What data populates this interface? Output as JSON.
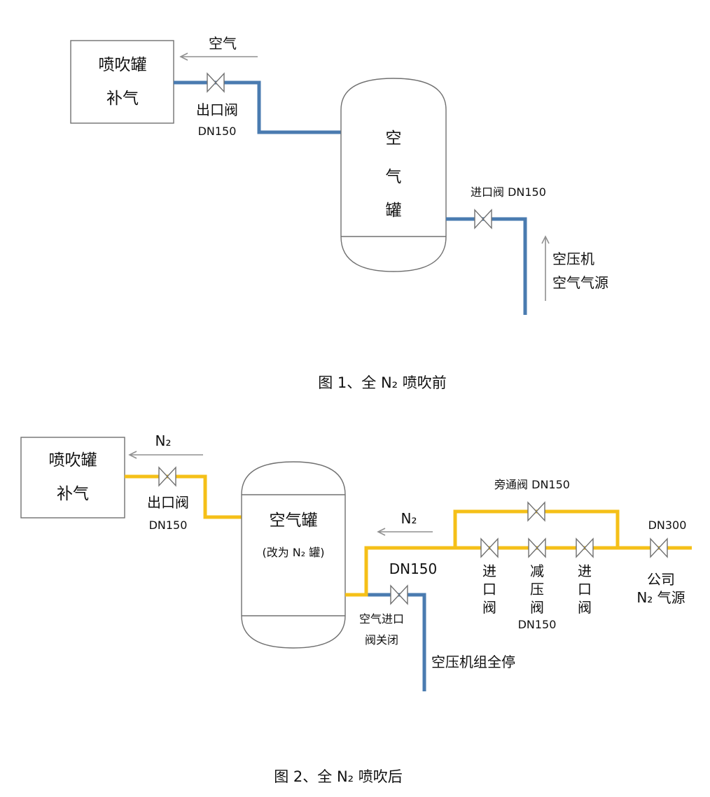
{
  "fig1": {
    "box_line1": "喷吹罐",
    "box_line2": "补气",
    "flow_label": "空气",
    "outlet_valve_label": "出口阀",
    "outlet_valve_size": "DN150",
    "tank_chars": [
      "空",
      "气",
      "罐"
    ],
    "inlet_valve_label": "进口阀 DN150",
    "source_line1": "空压机",
    "source_line2": "空气气源",
    "caption": "图 1、全 N₂ 喷吹前"
  },
  "fig2": {
    "box_line1": "喷吹罐",
    "box_line2": "补气",
    "flow_label": "N₂",
    "outlet_valve_label": "出口阀",
    "outlet_valve_size": "DN150",
    "tank_line1": "空气罐",
    "tank_line2": "(改为 N₂ 罐)",
    "tank_flow_label": "N₂",
    "air_valve_size": "DN150",
    "air_valve_line1": "空气进口",
    "air_valve_line2": "阀关闭",
    "compressor_label": "空压机组全停",
    "bypass_label": "旁通阀 DN150",
    "valve_a_chars": [
      "进",
      "口",
      "阀"
    ],
    "valve_b_chars": [
      "减",
      "压",
      "阀"
    ],
    "valve_b_size": "DN150",
    "valve_c_chars": [
      "进",
      "口",
      "阀"
    ],
    "main_valve_size": "DN300",
    "source_line1": "公司",
    "source_line2": "N₂ 气源",
    "caption": "图 2、全 N₂ 喷吹后"
  },
  "colors": {
    "air_pipe": "#4a7bb0",
    "n2_pipe": "#f5c018",
    "outline": "#707070"
  }
}
